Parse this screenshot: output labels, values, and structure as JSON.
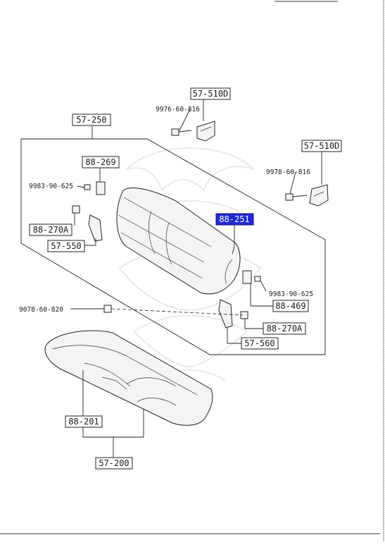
{
  "labels": {
    "p_57_510D_top": "57-510D",
    "p_9976_60_816": "9976-60-816",
    "p_57_250": "57-250",
    "p_57_510D_right": "57-510D",
    "p_9978_60_816": "9978-60-816",
    "p_88_269": "88-269",
    "p_9983_90_625_left": "9983-90-625",
    "p_88_270A_left": "88-270A",
    "p_88_251": "88-251",
    "p_57_550": "57-550",
    "p_9983_90_625_right": "9983-90-625",
    "p_88_469": "88-469",
    "p_9078_60_820": "9078-60-820",
    "p_88_270A_right": "88-270A",
    "p_57_560": "57-560",
    "p_88_201": "88-201",
    "p_57_200": "57-200"
  },
  "colors": {
    "highlight": "#1f2bd6",
    "line": "#222222"
  },
  "icons": {
    "watermark": "crest-watermark-icon"
  }
}
